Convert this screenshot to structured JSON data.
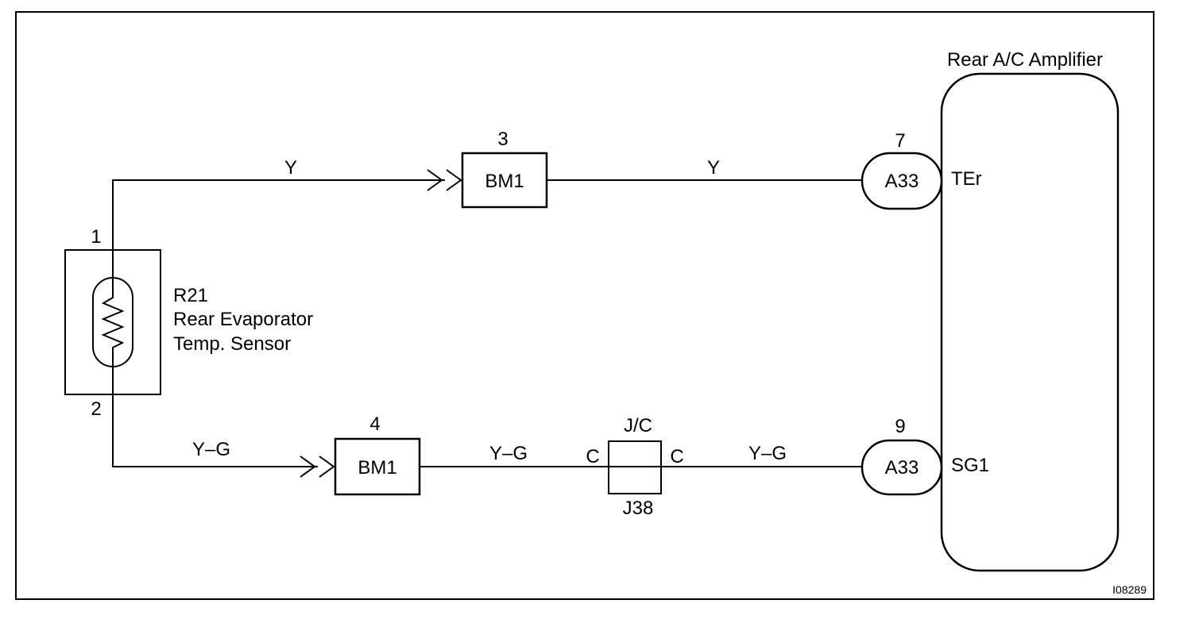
{
  "amplifier": {
    "title": "Rear A/C Amplifier"
  },
  "sensor": {
    "pin_top": "1",
    "pin_bottom": "2",
    "code": "R21",
    "name_line1": "Rear Evaporator",
    "name_line2": "Temp. Sensor"
  },
  "top_circuit": {
    "wire_left": "Y",
    "connector_pin": "3",
    "connector_label": "BM1",
    "wire_right": "Y",
    "amp_pin": "7",
    "amp_connector": "A33",
    "terminal": "TEr"
  },
  "bottom_circuit": {
    "wire_left": "Y–G",
    "connector_pin": "4",
    "connector_label": "BM1",
    "wire_mid": "Y–G",
    "jc_label": "J/C",
    "jc_left": "C",
    "jc_right": "C",
    "jc_code": "J38",
    "wire_right": "Y–G",
    "amp_pin": "9",
    "amp_connector": "A33",
    "terminal": "SG1"
  },
  "figure_id": "I08289"
}
